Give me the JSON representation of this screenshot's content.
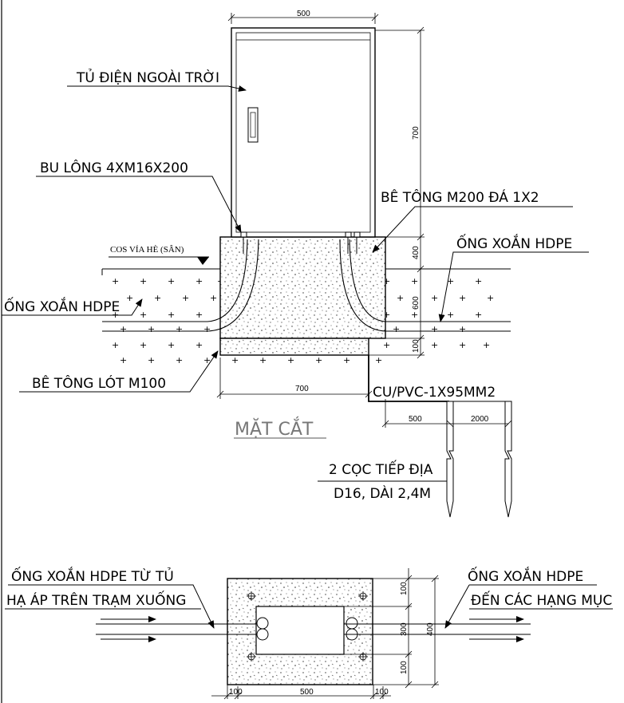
{
  "section": {
    "title": "MẶT CẮT",
    "labels": {
      "cabinet": "TỦ ĐIỆN NGOÀI TRỜI",
      "bolt": "BU LÔNG 4XM16X200",
      "concrete": "BÊ TÔNG M200  ĐÁ 1X2",
      "pipe_right": "ỐNG XOẮN HDPE",
      "pipe_left": "ỐNG XOẮN HDPE",
      "level": "COS VỈA HÈ (SÂN)",
      "lean_concrete": "BÊ TÔNG LÓT M100",
      "cable": "CU/PVC-1X95MM2",
      "ground_line1": "2 CỌC TIẾP ĐỊA",
      "ground_line2": "D16, DÀI 2,4M"
    },
    "dims": {
      "top_width": "500",
      "cabinet_height": "700",
      "base_height": "400",
      "depth": "600",
      "lean_height": "100",
      "base_width": "700",
      "rod_offset": "500",
      "rod_spacing": "2000"
    }
  },
  "plan": {
    "labels": {
      "left_line1": "ỐNG XOẮN HDPE TỪ TỦ",
      "left_line2": "HẠ ÁP TRÊN TRẠM XUỐNG",
      "right_line1": "ỐNG XOẮN HDPE",
      "right_line2": "ĐẾN CÁC HẠNG MỤC"
    },
    "dims": {
      "left_margin": "100",
      "width": "500",
      "right_margin": "100",
      "top_margin": "100",
      "inner": "300",
      "total": "400",
      "bottom_margin": "100"
    }
  }
}
